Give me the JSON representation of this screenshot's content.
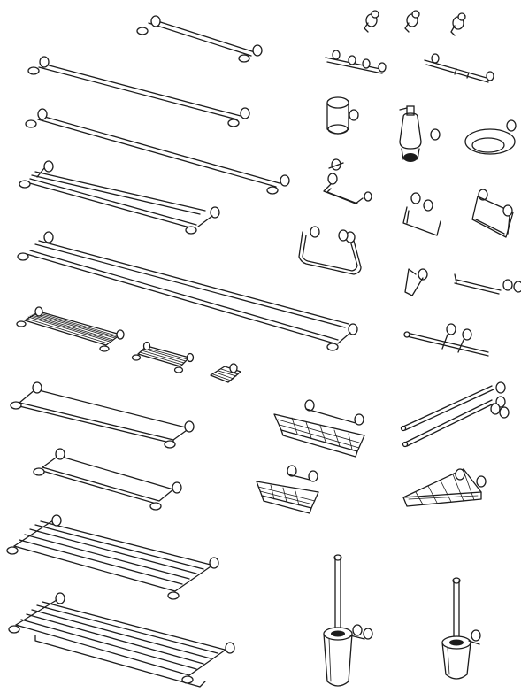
{
  "catalog": {
    "ink_color": "#1c1c1c",
    "background_color": "#ffffff",
    "items": [
      {
        "name": "towel-bar-short",
        "icon": "towel-bar-icon"
      },
      {
        "name": "towel-bar-medium",
        "icon": "towel-bar-icon"
      },
      {
        "name": "towel-bar-long",
        "icon": "towel-bar-icon"
      },
      {
        "name": "double-towel-bar",
        "icon": "double-towel-bar-icon"
      },
      {
        "name": "double-towel-bar-long",
        "icon": "double-towel-bar-icon"
      },
      {
        "name": "wire-shelf-large",
        "icon": "wire-shelf-icon"
      },
      {
        "name": "wire-shelf-small",
        "icon": "wire-shelf-icon"
      },
      {
        "name": "soap-dish-wire",
        "icon": "soap-dish-icon"
      },
      {
        "name": "glass-shelf-large",
        "icon": "glass-shelf-icon"
      },
      {
        "name": "glass-shelf-small",
        "icon": "glass-shelf-icon"
      },
      {
        "name": "towel-rack-with-bar",
        "icon": "towel-rack-icon"
      },
      {
        "name": "towel-rack-with-bar-large",
        "icon": "towel-rack-icon"
      },
      {
        "name": "robe-hooks",
        "icon": "robe-hook-icon"
      },
      {
        "name": "multi-hook-rails",
        "icon": "hook-rail-icon"
      },
      {
        "name": "tumbler-holder",
        "icon": "tumbler-icon"
      },
      {
        "name": "soap-dispenser",
        "icon": "soap-dispenser-icon"
      },
      {
        "name": "soap-dish-round",
        "icon": "soap-dish-icon"
      },
      {
        "name": "paper-holder-open",
        "icon": "paper-holder-icon"
      },
      {
        "name": "towel-ring",
        "icon": "towel-ring-icon"
      },
      {
        "name": "paper-holder-covered",
        "icon": "paper-holder-icon"
      },
      {
        "name": "single-hooks-and-rail",
        "icon": "hook-rail-icon"
      },
      {
        "name": "spare-paper-holder",
        "icon": "paper-holder-icon"
      },
      {
        "name": "swivel-towel-arms",
        "icon": "swivel-arm-icon"
      },
      {
        "name": "shower-baskets",
        "icon": "shower-basket-icon"
      },
      {
        "name": "corner-basket",
        "icon": "corner-basket-icon"
      },
      {
        "name": "toilet-brush-tall",
        "icon": "toilet-brush-icon"
      },
      {
        "name": "toilet-brush-short",
        "icon": "toilet-brush-icon"
      }
    ]
  }
}
